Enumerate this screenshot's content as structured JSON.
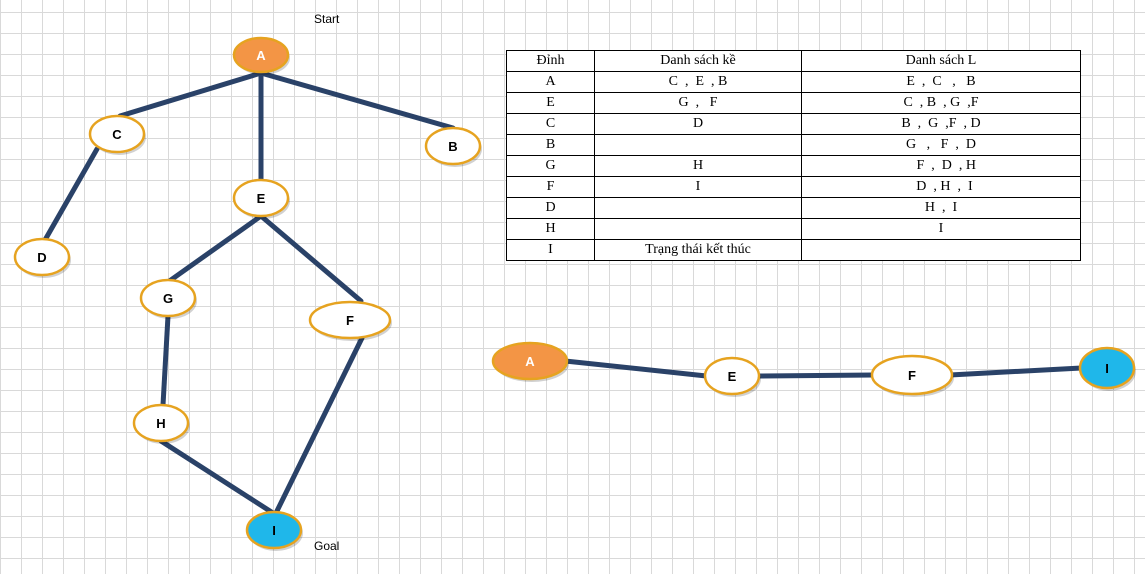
{
  "labels": {
    "start": "Start",
    "goal": "Goal"
  },
  "colors": {
    "edge": "#2a4268",
    "node_fill": "#ffffff",
    "node_border": "#e6a320",
    "start_fill": "#f39545",
    "goal_fill": "#1fb7ea"
  },
  "tree": {
    "nodes": [
      "A",
      "C",
      "E",
      "B",
      "D",
      "G",
      "F",
      "H",
      "I"
    ],
    "edges": [
      [
        "A",
        "C"
      ],
      [
        "A",
        "E"
      ],
      [
        "A",
        "B"
      ],
      [
        "C",
        "D"
      ],
      [
        "E",
        "G"
      ],
      [
        "E",
        "F"
      ],
      [
        "G",
        "H"
      ],
      [
        "H",
        "I"
      ],
      [
        "F",
        "I"
      ]
    ],
    "start": "A",
    "goal": "I"
  },
  "path": {
    "nodes": [
      "A",
      "E",
      "F",
      "I"
    ]
  },
  "table": {
    "headers": [
      "Đỉnh",
      "Danh sách kề",
      "Danh sách L"
    ],
    "rows": [
      [
        "A",
        "C  ,  E  , B",
        "E  ,  C   ,   B"
      ],
      [
        "E",
        "G  ,   F",
        "C  , B  , G  ,F"
      ],
      [
        "C",
        "D",
        "B  ,  G  ,F  , D"
      ],
      [
        "B",
        "",
        "G   ,   F  ,  D"
      ],
      [
        "G",
        "H",
        "   F  ,  D  , H"
      ],
      [
        "F",
        "I",
        "  D  , H  ,  I"
      ],
      [
        "D",
        "",
        "H  ,  I"
      ],
      [
        "H",
        "",
        "I"
      ],
      [
        "I",
        "Trạng thái kết thúc",
        ""
      ]
    ]
  }
}
